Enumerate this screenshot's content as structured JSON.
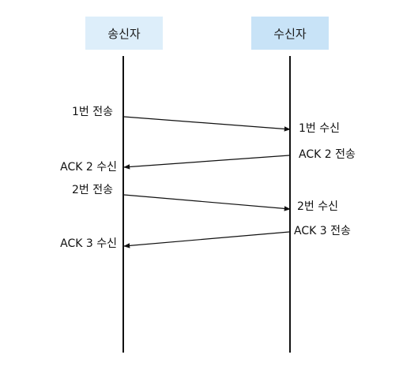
{
  "colors": {
    "sender_box": "#ddeefa",
    "receiver_box": "#c8e3f7",
    "line": "#111111"
  },
  "participants": {
    "sender": "송신자",
    "receiver": "수신자"
  },
  "messages": [
    {
      "send_label": "1번 전송",
      "receive_label": "1번 수신",
      "direction": "sender-to-receiver"
    },
    {
      "send_label": "ACK 2 전송",
      "receive_label": "ACK 2 수신",
      "direction": "receiver-to-sender"
    },
    {
      "send_label": "2번 전송",
      "receive_label": "2번 수신",
      "direction": "sender-to-receiver"
    },
    {
      "send_label": "ACK 3 전송",
      "receive_label": "ACK 3 수신",
      "direction": "receiver-to-sender"
    }
  ]
}
